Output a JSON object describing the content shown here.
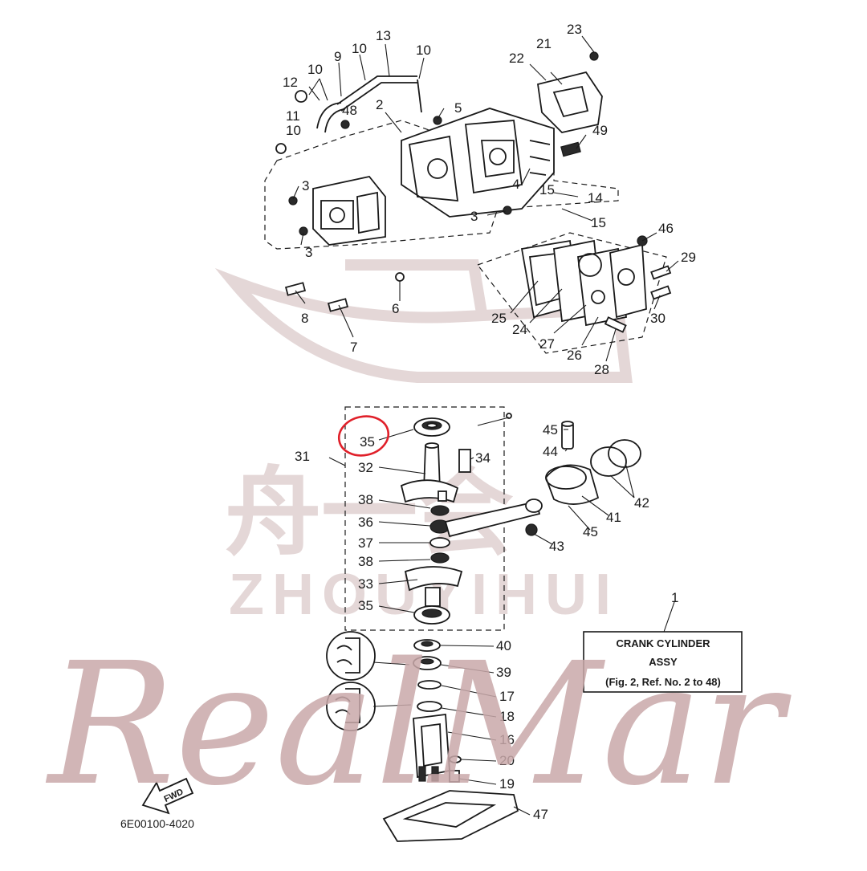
{
  "callouts": {
    "c1": "1",
    "c2": "2",
    "c3": "3",
    "c4": "4",
    "c5": "5",
    "c6": "6",
    "c7": "7",
    "c8": "8",
    "c9": "9",
    "c10": "10",
    "c11": "11",
    "c12": "12",
    "c13": "13",
    "c14": "14",
    "c15": "15",
    "c16": "16",
    "c17": "17",
    "c18": "18",
    "c19": "19",
    "c20": "20",
    "c21": "21",
    "c22": "22",
    "c23": "23",
    "c24": "24",
    "c25": "25",
    "c26": "26",
    "c27": "27",
    "c28": "28",
    "c29": "29",
    "c30": "30",
    "c31": "31",
    "c32": "32",
    "c33": "33",
    "c34": "34",
    "c35": "35",
    "c36": "36",
    "c37": "37",
    "c38": "38",
    "c39": "39",
    "c40": "40",
    "c41": "41",
    "c42": "42",
    "c43": "43",
    "c44": "44",
    "c45": "45",
    "c46": "46",
    "c47": "47",
    "c48": "48",
    "c49": "49"
  },
  "assy_box": {
    "line1": "CRANK  CYLINDER",
    "line2": "ASSY",
    "line3": "(Fig. 2, Ref. No. 2 to 48)"
  },
  "fwd_label": "FWD",
  "drawing_number": "6E00100-4020",
  "watermarks": {
    "chinese": "舟一会",
    "latin": "ZHOUYIHUI",
    "script": "RealMar"
  },
  "colors": {
    "line": "#1a1a1a",
    "highlight": "#e0202a",
    "watermark_light": "#e4d7d7",
    "watermark_script": "#c9a9aa"
  }
}
